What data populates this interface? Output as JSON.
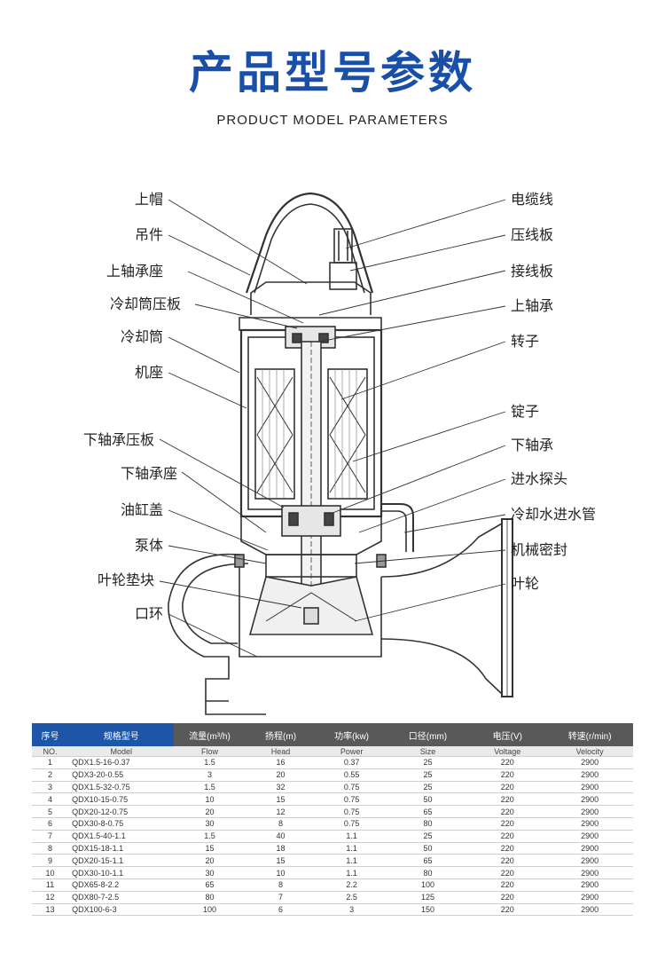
{
  "header": {
    "title": "产品型号参数",
    "subtitle": "PRODUCT MODEL PARAMETERS"
  },
  "diagram": {
    "left_labels": [
      "上帽",
      "吊件",
      "上轴承座",
      "冷却筒压板",
      "冷却筒",
      "机座",
      "下轴承压板",
      "下轴承座",
      "油缸盖",
      "泵体",
      "叶轮垫块",
      "口环"
    ],
    "right_labels": [
      "电缆线",
      "压线板",
      "接线板",
      "上轴承",
      "转子",
      "锭子",
      "下轴承",
      "进水探头",
      "冷却水进水管",
      "机械密封",
      "叶轮"
    ]
  },
  "table": {
    "headers": [
      "序号",
      "规格型号",
      "流量(m³/h)",
      "扬程(m)",
      "功率(kw)",
      "口径(mm)",
      "电压(V)",
      "转速(r/min)"
    ],
    "subheaders": [
      "NO.",
      "Model",
      "Flow",
      "Head",
      "Power",
      "Size",
      "Voltage",
      "Velocity"
    ],
    "rows": [
      [
        "1",
        "QDX1.5-16-0.37",
        "1.5",
        "16",
        "0.37",
        "25",
        "220",
        "2900"
      ],
      [
        "2",
        "QDX3-20-0.55",
        "3",
        "20",
        "0.55",
        "25",
        "220",
        "2900"
      ],
      [
        "3",
        "QDX1.5-32-0.75",
        "1.5",
        "32",
        "0.75",
        "25",
        "220",
        "2900"
      ],
      [
        "4",
        "QDX10-15-0.75",
        "10",
        "15",
        "0.75",
        "50",
        "220",
        "2900"
      ],
      [
        "5",
        "QDX20-12-0.75",
        "20",
        "12",
        "0.75",
        "65",
        "220",
        "2900"
      ],
      [
        "6",
        "QDX30-8-0.75",
        "30",
        "8",
        "0.75",
        "80",
        "220",
        "2900"
      ],
      [
        "7",
        "QDX1.5-40-1.1",
        "1.5",
        "40",
        "1.1",
        "25",
        "220",
        "2900"
      ],
      [
        "8",
        "QDX15-18-1.1",
        "15",
        "18",
        "1.1",
        "50",
        "220",
        "2900"
      ],
      [
        "9",
        "QDX20-15-1.1",
        "20",
        "15",
        "1.1",
        "65",
        "220",
        "2900"
      ],
      [
        "10",
        "QDX30-10-1.1",
        "30",
        "10",
        "1.1",
        "80",
        "220",
        "2900"
      ],
      [
        "11",
        "QDX65-8-2.2",
        "65",
        "8",
        "2.2",
        "100",
        "220",
        "2900"
      ],
      [
        "12",
        "QDX80-7-2.5",
        "80",
        "7",
        "2.5",
        "125",
        "220",
        "2900"
      ],
      [
        "13",
        "QDX100-6-3",
        "100",
        "6",
        "3",
        "150",
        "220",
        "2900"
      ]
    ]
  }
}
